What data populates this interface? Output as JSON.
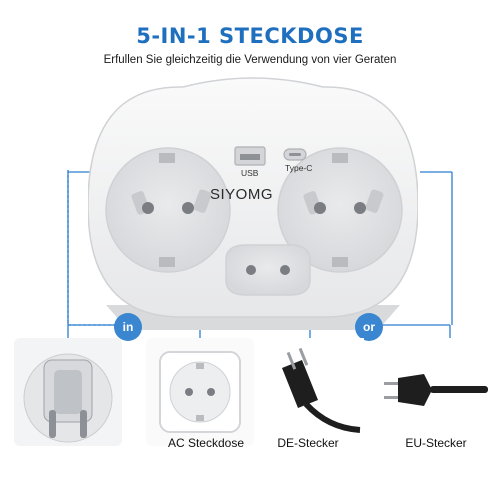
{
  "title": "5-IN-1 STECKDOSE",
  "subtitle": "Erfullen Sie gleichzeitig die Verwendung von vier Geraten",
  "product": {
    "brand": "SIYOMG",
    "usb_label": "USB",
    "typec_label": "Type-C"
  },
  "badges": {
    "left": "in",
    "right": "or"
  },
  "captions": [
    "AC Steckdose",
    "DE-Stecker",
    "EU-Stecker"
  ],
  "colors": {
    "title": "#1f6fbf",
    "badge": "#3a86d0",
    "connector": "#2e7fcf",
    "housing": "#f2f3f4",
    "outlet_recess": "#e6e7e9"
  }
}
